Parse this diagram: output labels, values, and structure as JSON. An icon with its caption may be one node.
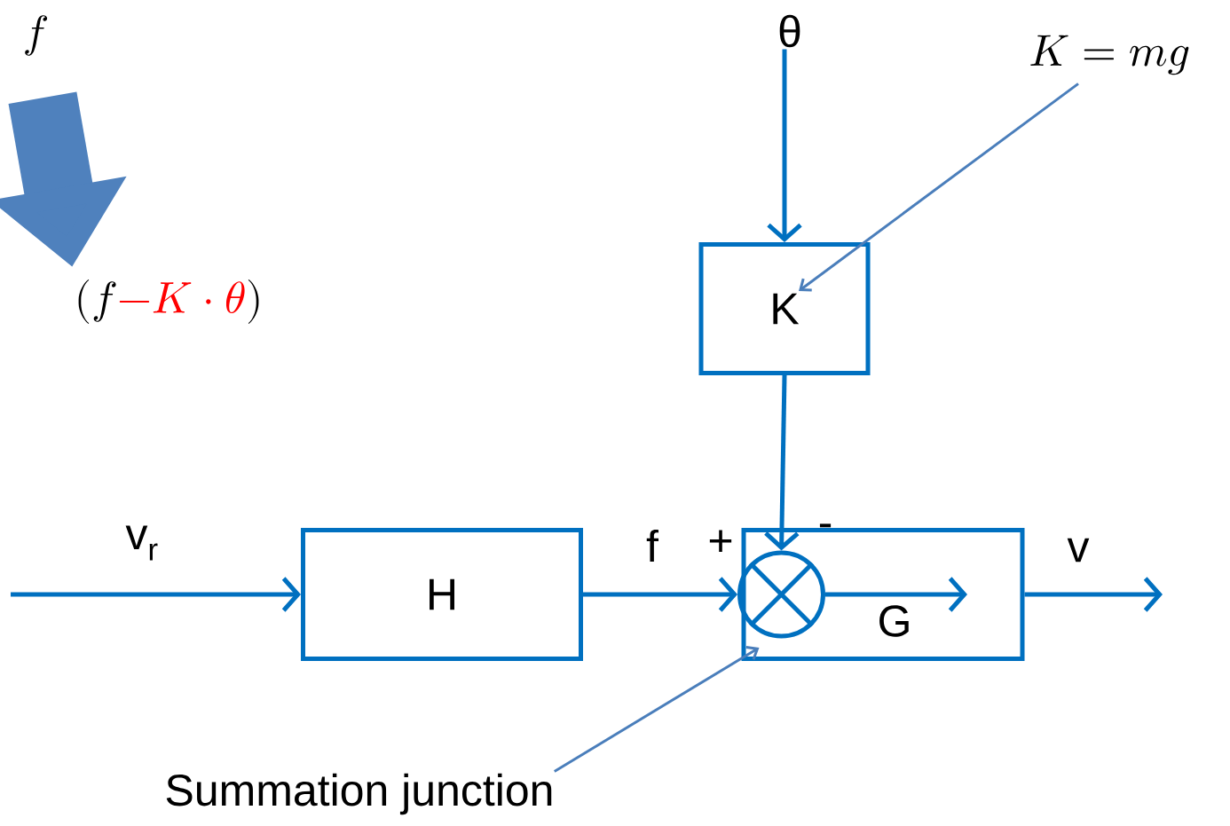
{
  "diagram": {
    "nodes": [
      {
        "text": [
          "θ"
        ]
      },
      {
        "text": [
          "K"
        ]
      },
      {
        "text": [
          "H"
        ]
      },
      {
        "text": [
          "G"
        ]
      },
      {
        "text": [],
        "shape": "circle",
        "in": 3
      },
      {
        "text": [
          "Summation junction"
        ]
      },
      {
        "text": [
          "K = mg"
        ]
      },
      {
        "text": [
          "f"
        ]
      },
      {
        "text": [
          "(f \\textcolor{red}{- K \\cdot \\theta})"
        ]
      }
    ],
    "edges": [
      {
        "from": 0,
        "to": 1,
        "arrow": "to"
      },
      {
        "from": 1,
        "to": 4,
        "arrow": "to"
      },
      {
        "from": null,
        "to": 2,
        "arrow": "to",
        "label": "v$_{r}$"
      },
      {
        "from": 2,
        "to": 4,
        "arrow": "to",
        "label": "f"
      },
      {
        "from": 4,
        "to": null,
        "arrow": "to"
      },
      {
        "from": 3,
        "to": null,
        "arrow": "to",
        "label": "v"
      },
      {
        "from": 6,
        "to": 1,
        "arrow": "to",
        "color": "#4a7ebb"
      },
      {
        "from": 5,
        "to": 4,
        "arrow": "to",
        "color": "#4a7ebb"
      },
      {
        "from": 7,
        "to": 8,
        "arrow": "to",
        "style": "thick",
        "color": "#4f81bd"
      }
    ],
    "labels": [
      "+",
      "-"
    ]
  }
}
